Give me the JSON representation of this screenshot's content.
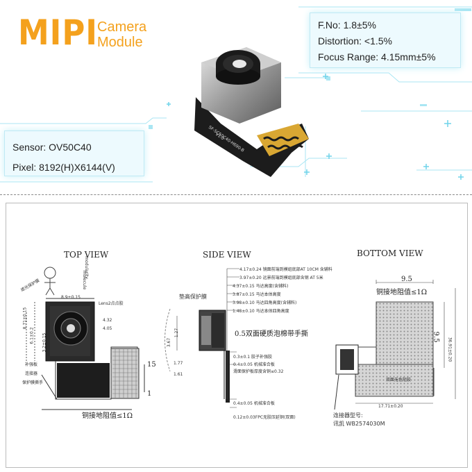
{
  "header": {
    "brand": "MIPI",
    "subtitle_line1": "Camera",
    "subtitle_line2": "Module"
  },
  "specs_top": {
    "fno": "F.No: 1.8±5%",
    "distortion": "Distortion: <1.5%",
    "focus_range": "Focus Range: 4.15mm±5%"
  },
  "specs_left": {
    "sensor": "Sensor: OV50C40",
    "pixel": "Pixel: 8192(H)X6144(V)"
  },
  "photo": {
    "fpc_print_1": "SF-SC50C40-H690-B",
    "fpc_print_2": "V1.0"
  },
  "drawing": {
    "top_view": {
      "title": "TOP VIEW",
      "dim_width": "8.9±0.15",
      "lens_label": "Lens2点点胶",
      "dim_4_32": "4.32",
      "dim_4_05": "4.05",
      "dim_left_a": "8.71±0.15",
      "dim_left_b": "6.1±0.2",
      "dim_inner": "3.2±0.15",
      "call_1": "补强板",
      "call_2": "连接器",
      "call_3": "保护膜撕手",
      "dim_15": "15",
      "dim_1": "1",
      "bottom_label": "铜接地阻值≤1Ω",
      "sticker_1": "遮光保护膜",
      "sticker_2": "modularity",
      "sticker_3": "molecule"
    },
    "side_view": {
      "title": "SIDE VIEW",
      "dim_a": "4.17±0.24 镜面前端到模组底部AT 10CM 含辅料",
      "dim_b": "3.97±0.20 远景前端到模组底部含钢 AT 5米",
      "dim_c": "4.37±0.15 马达高度(含辅料)",
      "dim_d": "3.87±0.15 马达本体高度",
      "dim_e": "3.98±0.10 马达四角高度(含辅料)",
      "dim_f": "1.48±0.10 马达本体四角高度",
      "protect_label": "垫高保护膜",
      "foam_label": "0.5双面硬质泡棉带手撕",
      "dim_g": "0.3±0.1 胶子补强胶",
      "dim_h": "0.4±0.05 机械准合板",
      "dim_i": "滑面保护板厚度含铜≤0.32",
      "dim_j": "0.4±0.05 机械准合板",
      "dim_k": "0.12±0.03FPC无胶压延铜(双面)",
      "dim_l": "1.77",
      "dim_m": "1.61",
      "dim_n": "3.67",
      "dim_o": "1.27"
    },
    "bottom_view": {
      "title": "BOTTOM VIEW",
      "dim_9_5_top": "9.5",
      "dim_9_5_side": "9.5",
      "ground_label": "铜接地阻值≤1Ω",
      "dim_side_total": "36.91±0.20",
      "dim_bottom": "17.71±0.20",
      "flex_label": "双面无色阻胶",
      "connector_label_1": "连接器型号:",
      "connector_label_2": "讯凯 WB2574030M"
    }
  },
  "colors": {
    "brand_orange": "#f4a11d",
    "hud_cyan": "#9fe3f1",
    "gold_contacts": "#e2b43a",
    "pcb_black": "#141414"
  }
}
